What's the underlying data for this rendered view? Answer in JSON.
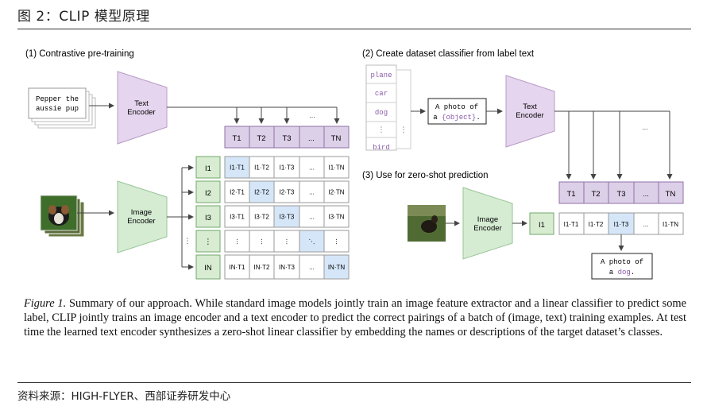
{
  "page": {
    "heading": "图 2：CLIP 模型原理",
    "source": "资料来源：HIGH-FLYER、西部证券研发中心"
  },
  "figure": {
    "section1_title": "(1) Contrastive pre-training",
    "section2_title": "(2) Create dataset classifier from label text",
    "section3_title": "(3) Use for zero-shot prediction",
    "input_text_line1": "Pepper the",
    "input_text_line2": "aussie pup",
    "text_encoder_line1": "Text",
    "text_encoder_line2": "Encoder",
    "image_encoder_line1": "Image",
    "image_encoder_line2": "Encoder",
    "image_embeddings": [
      "I1",
      "I2",
      "I3",
      "⋮",
      "IN"
    ],
    "text_embeddings": [
      "T1",
      "T2",
      "T3",
      "...",
      "TN"
    ],
    "dots": "...",
    "labels": [
      "plane",
      "car",
      "dog",
      "⋮",
      "bird"
    ],
    "label_ellipsis": "⋮",
    "template_line1": "A photo of",
    "template_prefix": "a ",
    "template_object": "{object}",
    "template_suffix": ".",
    "zero_shot_image_embedding": "I1",
    "zero_shot_row": [
      "I1·T1",
      "I1·T2",
      "I1·T3",
      "...",
      "I1·TN"
    ],
    "prediction_line1": "A photo of",
    "prediction_prefix": "a ",
    "prediction_class": "dog",
    "prediction_suffix": "."
  },
  "caption": {
    "label": "Figure 1.",
    "text": " Summary of our approach. While standard image models jointly train an image feature extractor and a linear classifier to predict some label, CLIP jointly trains an image encoder and a text encoder to predict the correct pairings of a batch of (image, text) training examples. At test time the learned text encoder synthesizes a zero-shot linear classifier by embedding the names or descriptions of the target dataset’s classes."
  },
  "colors": {
    "text_encoder": "#e5d5ee",
    "image_encoder": "#d5ecd3",
    "text_embedding": "#dccfe8",
    "image_embedding": "#d8ecd2",
    "diagonal": "#d5e6f8",
    "label_purple": "#8a5aa8"
  }
}
